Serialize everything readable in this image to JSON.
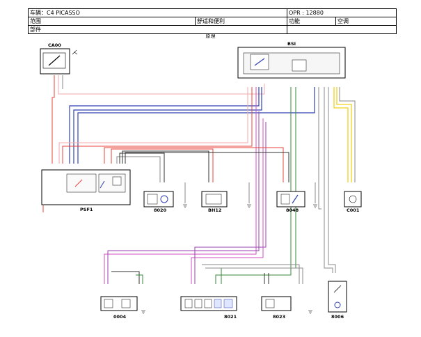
{
  "header": {
    "vehicle_label": "车辆：C4 PICASSO",
    "opr_label": "OPR : 12880",
    "scope_label": "范围",
    "scope_value": "舒适和便利",
    "function_label": "功能",
    "function_value": "空调",
    "part_label": "部件"
  },
  "diagram": {
    "title": "原理",
    "components": {
      "ca00": "CA00",
      "bsi": "BSI",
      "psf1": "PSF1",
      "c8020": "8020",
      "bh12": "BH12",
      "c8048": "8048",
      "c001": "C001",
      "c0004": "0004",
      "c8021": "8021",
      "c8023": "8023",
      "c8006": "8006"
    },
    "wire_colors": {
      "red": "#e8403a",
      "pink": "#f4a9a8",
      "blue": "#2f3fb0",
      "green": "#3a8a3a",
      "yellow": "#f2d21b",
      "purple": "#9b3fb0",
      "magenta": "#d14fc0",
      "gray": "#8a8a8a",
      "dark": "#333333"
    }
  }
}
